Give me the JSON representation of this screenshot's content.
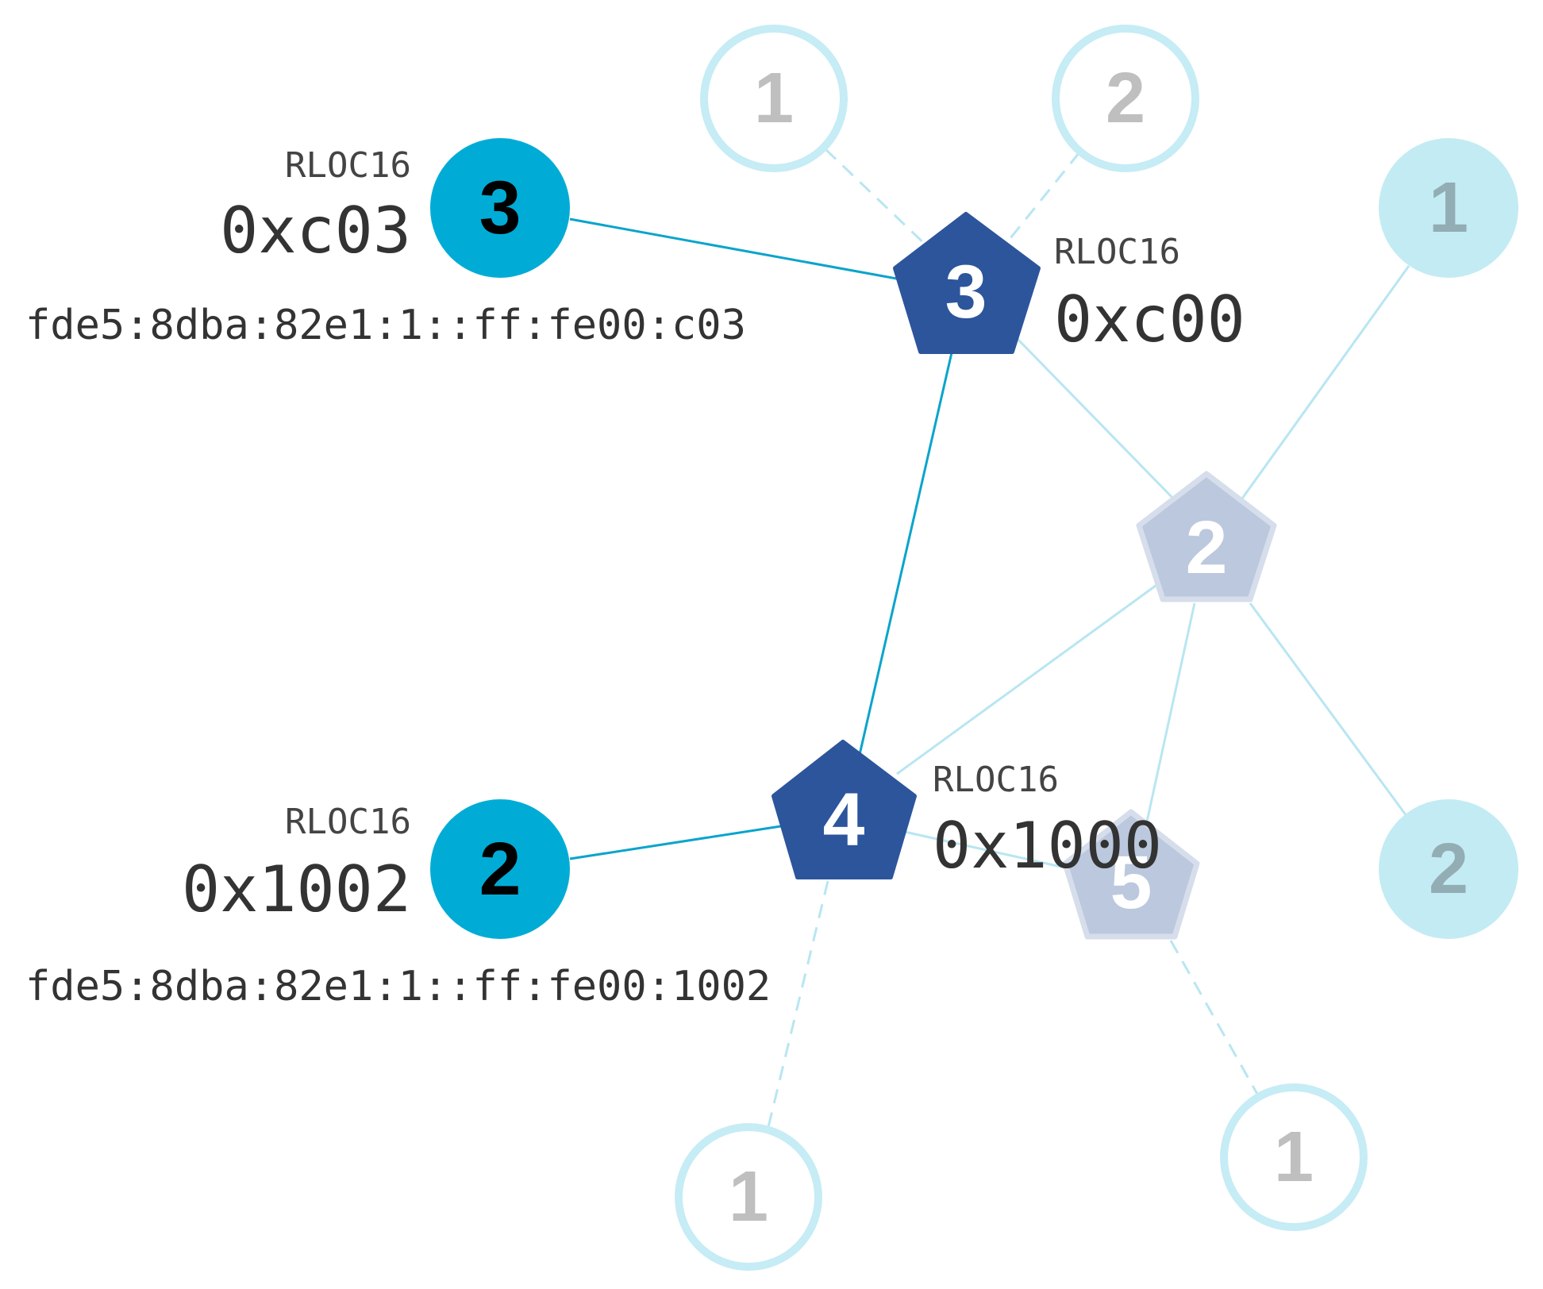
{
  "nodes": {
    "leader_router": {
      "number": "3",
      "rloc_label": "RLOC16",
      "rloc_value": "0xc00"
    },
    "router_bottom": {
      "number": "4",
      "rloc_label": "RLOC16",
      "rloc_value": "0x1000"
    },
    "child_top": {
      "number": "3",
      "rloc_label": "RLOC16",
      "rloc_value": "0xc03",
      "address": "fde5:8dba:82e1:1::ff:fe00:c03"
    },
    "child_bottom": {
      "number": "2",
      "rloc_label": "RLOC16",
      "rloc_value": "0x1002",
      "address": "fde5:8dba:82e1:1::ff:fe00:1002"
    },
    "faded_router_2": {
      "number": "2"
    },
    "faded_router_5": {
      "number": "5"
    },
    "faded_child_right_top": {
      "number": "1"
    },
    "faded_child_right_bottom": {
      "number": "2"
    },
    "outline_child_top_left": {
      "number": "1"
    },
    "outline_child_top_right": {
      "number": "2"
    },
    "outline_child_bottom_left": {
      "number": "1"
    },
    "outline_child_bottom_right": {
      "number": "1"
    }
  },
  "colors": {
    "router_active": "#2c559c",
    "router_faded": "#bcc8dd",
    "router_faded_stroke": "#d6deec",
    "child_active": "#00acd6",
    "child_faded": "#c3ebf3",
    "outline_stroke": "#c6ecf5",
    "link_active": "#0aa4cc",
    "link_faded": "#b8e6f1",
    "number_gray": "#bfbfbf",
    "number_faded_child": "#93adb5"
  }
}
